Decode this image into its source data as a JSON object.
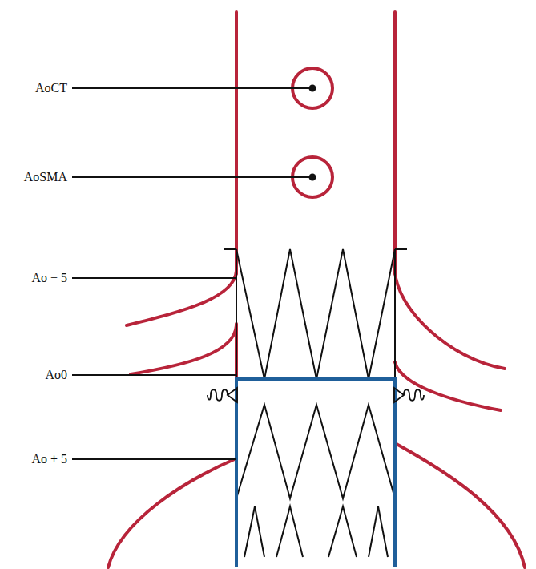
{
  "diagram": {
    "labels": [
      "AoCT",
      "AoSMA",
      "Ao − 5",
      "Ao0",
      "Ao + 5"
    ]
  }
}
